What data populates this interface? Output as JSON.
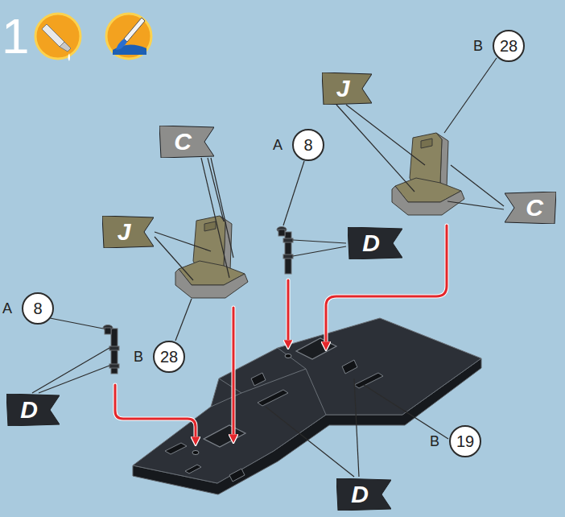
{
  "diagram": {
    "nodes": [
      {
        "text": [
          "B",
          "28"
        ]
      },
      {
        "text": [
          "J"
        ]
      },
      {
        "text": [
          "C"
        ]
      },
      {
        "text": [
          "A",
          "8"
        ]
      },
      {
        "text": [
          "C"
        ]
      },
      {
        "text": [
          "J"
        ]
      },
      {
        "text": [
          "D"
        ]
      },
      {
        "text": [
          "A",
          "8"
        ]
      },
      {
        "text": [
          "B",
          "28"
        ]
      },
      {
        "text": [
          "D"
        ]
      },
      {
        "text": [
          "B",
          "19"
        ]
      },
      {
        "text": [
          "D"
        ]
      }
    ],
    "labels": [
      "1"
    ]
  }
}
